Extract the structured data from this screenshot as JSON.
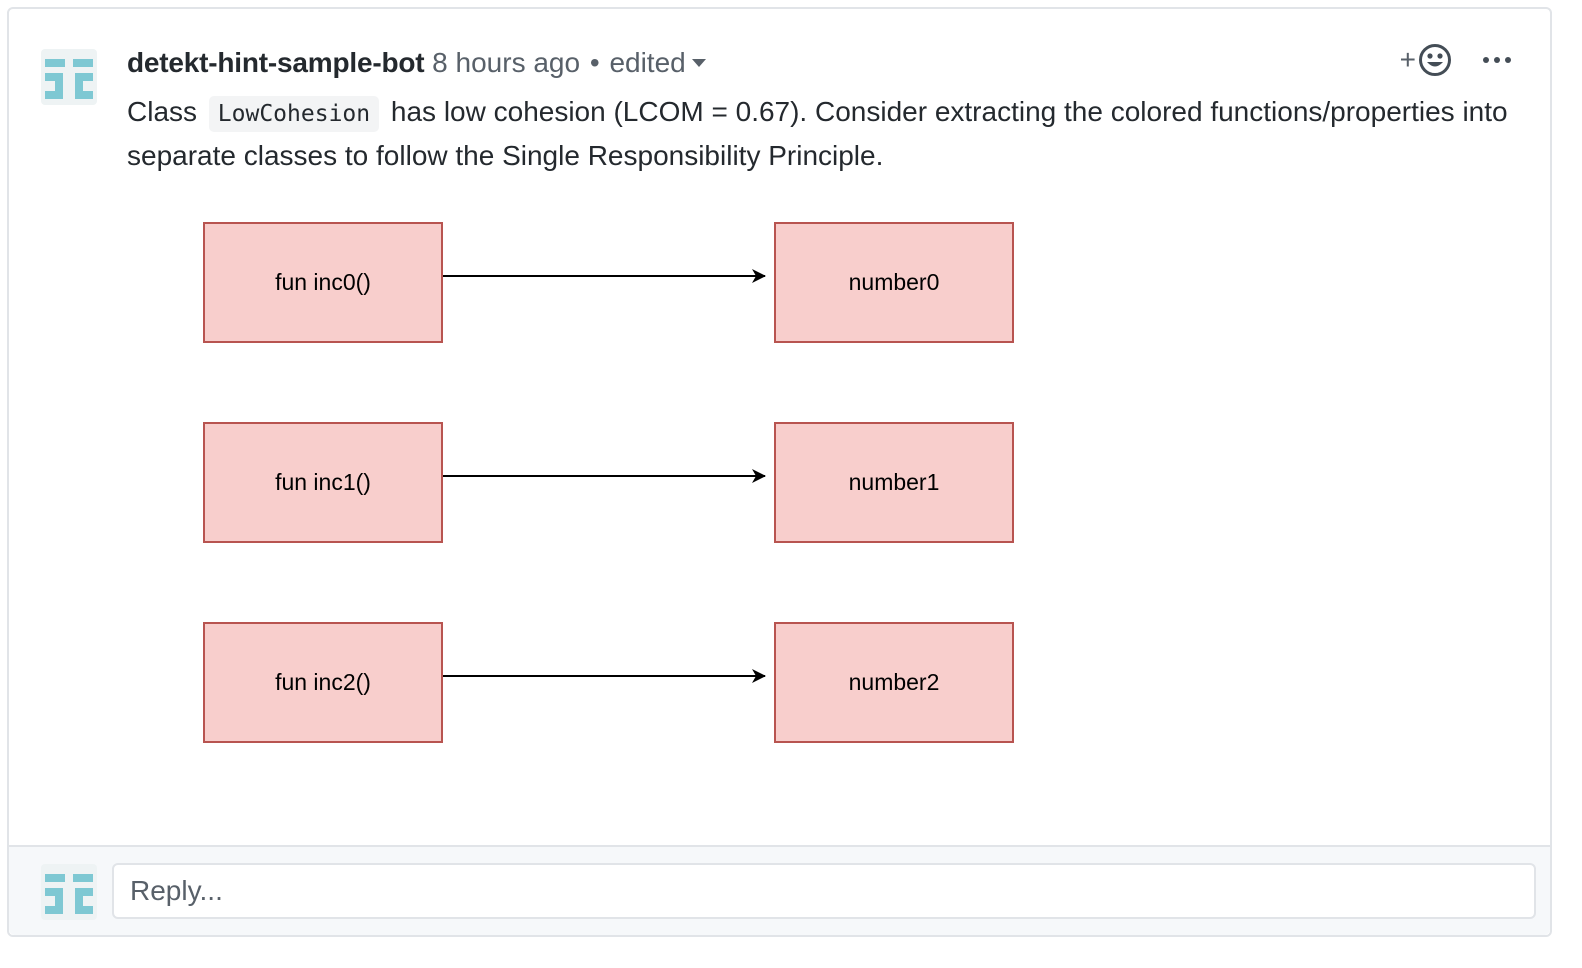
{
  "comment": {
    "author": "detekt-hint-sample-bot",
    "timestamp": "8 hours ago",
    "separator": "•",
    "edited_label": "edited",
    "reaction_plus": "+",
    "body_before": "Class",
    "code": "LowCohesion",
    "body_after": "has low cohesion (LCOM = 0.67). Consider extracting the colored functions/properties into separate classes to follow the Single Responsibility Principle."
  },
  "diagram": {
    "rows": [
      {
        "function": "fun inc0()",
        "property": "number0"
      },
      {
        "function": "fun inc1()",
        "property": "number1"
      },
      {
        "function": "fun inc2()",
        "property": "number2"
      }
    ],
    "node_fill": "#f8cecc",
    "node_border": "#b85450"
  },
  "reply": {
    "placeholder": "Reply..."
  },
  "colors": {
    "avatar_accent": "#7ec8d3",
    "border": "#e1e4e8",
    "muted_text": "#586069"
  }
}
